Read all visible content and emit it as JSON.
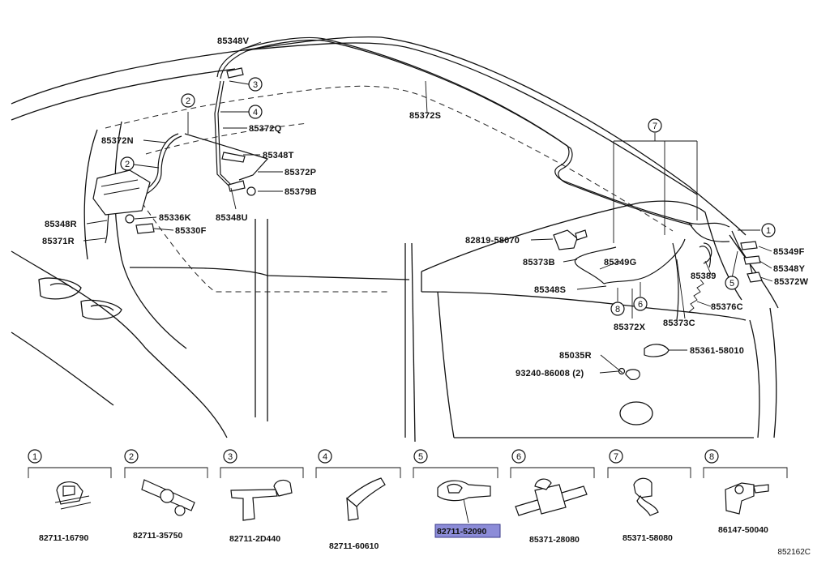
{
  "diagram_code": "852162C",
  "labels": {
    "p85348V": "85348V",
    "p85372S": "85372S",
    "p85372Q": "85372Q",
    "p85372N": "85372N",
    "p85348T": "85348T",
    "p85372P": "85372P",
    "p85379B": "85379B",
    "p85348U": "85348U",
    "p85348R": "85348R",
    "p85336K": "85336K",
    "p85371R": "85371R",
    "p85330F": "85330F",
    "p82819": "82819-58070",
    "p85373B": "85373B",
    "p85349G": "85349G",
    "p85348S": "85348S",
    "p85389": "85389",
    "p85376C": "85376C",
    "p85372X": "85372X",
    "p85373C": "85373C",
    "p85035R": "85035R",
    "p85361": "85361-58010",
    "p93240": "93240-86008 (2)",
    "p85349F": "85349F",
    "p85348Y": "85348Y",
    "p85372W": "85372W"
  },
  "callouts": {
    "c1": "1",
    "c2": "2",
    "c2b": "2",
    "c3": "3",
    "c4": "4",
    "c5": "5",
    "c6": "6",
    "c7": "7",
    "c8": "8"
  },
  "legend": [
    {
      "num": "1",
      "part": "82711-16790",
      "highlight": false
    },
    {
      "num": "2",
      "part": "82711-35750",
      "highlight": false
    },
    {
      "num": "3",
      "part": "82711-2D440",
      "highlight": false
    },
    {
      "num": "4",
      "part": "82711-60610",
      "highlight": false
    },
    {
      "num": "5",
      "part": "82711-52090",
      "highlight": true
    },
    {
      "num": "6",
      "part": "85371-28080",
      "highlight": false
    },
    {
      "num": "7",
      "part": "85371-58080",
      "highlight": false
    },
    {
      "num": "8",
      "part": "86147-50040",
      "highlight": false
    }
  ],
  "colors": {
    "highlight": "#8c8cd8",
    "ink": "#111111"
  }
}
